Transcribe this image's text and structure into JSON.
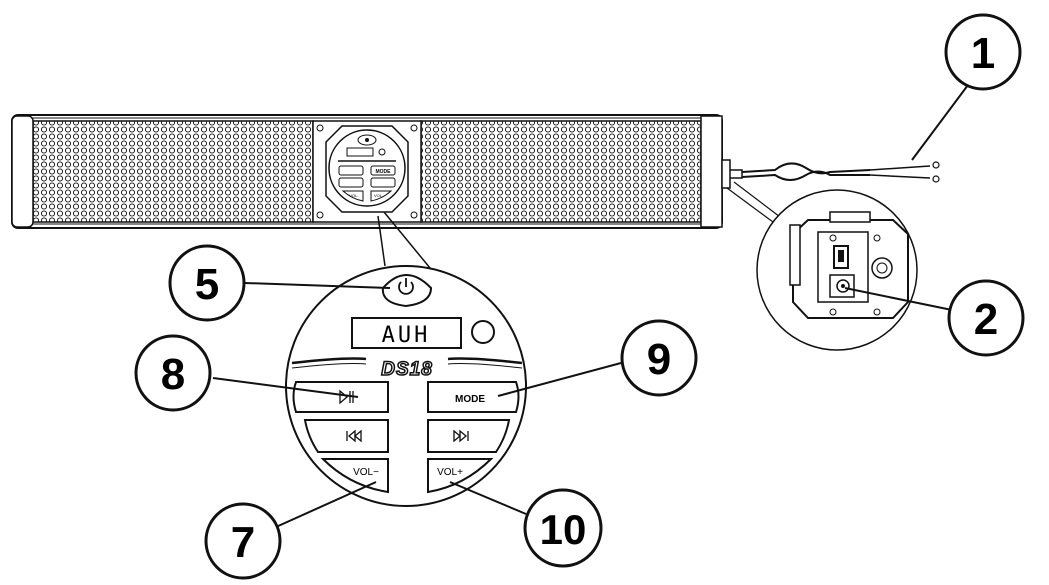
{
  "callouts": [
    {
      "id": "1",
      "label": "1"
    },
    {
      "id": "2",
      "label": "2"
    },
    {
      "id": "5",
      "label": "5"
    },
    {
      "id": "7",
      "label": "7"
    },
    {
      "id": "8",
      "label": "8"
    },
    {
      "id": "9",
      "label": "9"
    },
    {
      "id": "10",
      "label": "10"
    }
  ],
  "control_panel": {
    "display_text": "AUH",
    "brand_text": "DS18",
    "mode_label": "MODE",
    "vol_down_label": "VOL−",
    "vol_up_label": "VOL+",
    "power_icon": "power-icon",
    "play_pause_icon": "play-pause-icon",
    "prev_icon": "previous-track-icon",
    "next_icon": "next-track-icon"
  },
  "mini_panel": {
    "mode_label": "MODE",
    "vol_down_label": "VOL-",
    "vol_up_label": "VOL"
  },
  "colors": {
    "line": "#111111",
    "background": "#ffffff"
  }
}
